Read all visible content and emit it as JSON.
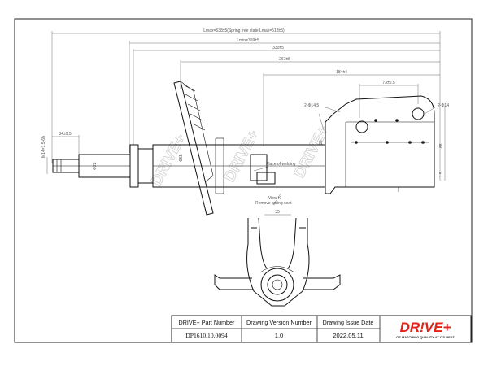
{
  "dimensions": {
    "lmax_free": "Lmax=538±5(Spring free state Lmax=518±5)",
    "lmin": "Lmin=359±5",
    "d330": "330±5",
    "d267": "267±5",
    "d184": "184±4",
    "d73": "73±0.5",
    "d34": "34±0.5",
    "thread": "M14×1.5-6h",
    "rod_dia": "Φ22",
    "body_dia": "Φ55",
    "hole_top": "2-Φ14.5",
    "hole_right": "2-Φ14",
    "d68": "68",
    "d1_5": "1.5",
    "d39": "39",
    "spring_seat_note": "Place of welding",
    "view_note_1": "View K",
    "view_note_2": "Remove spring seat",
    "bracket_width": "35"
  },
  "watermark": {
    "text_a": "DRIVE+",
    "text_b": "DRIVE+"
  },
  "title_block": {
    "col1_header": "DRIVE+ Part Number",
    "col2_header": "Drawing Version  Number",
    "col3_header": "Drawing Issue Date",
    "part_number": "DP1610.10.0094",
    "version": "1.0",
    "issue_date": "2022.05.11"
  },
  "logo": {
    "brand": "DR!VE+",
    "tagline": "OE MATCHING QUALITY AT ITS BEST",
    "brand_color": "#e2231a"
  }
}
